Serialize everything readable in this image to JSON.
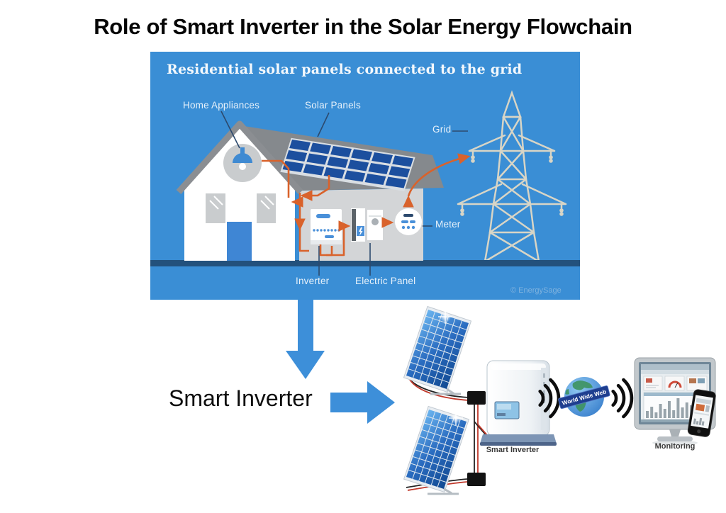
{
  "page": {
    "title": "Role of Smart Inverter in the Solar Energy Flowchain",
    "background": "#ffffff"
  },
  "diagram": {
    "heading": "Residential solar panels connected to the grid",
    "credit": "© EnergySage",
    "labels": {
      "home_appliances": "Home Appliances",
      "solar_panels": "Solar Panels",
      "grid": "Grid",
      "meter": "Meter",
      "inverter": "Inverter",
      "electric_panel": "Electric Panel"
    },
    "colors": {
      "background": "#3a8ed5",
      "ground": "#23517c",
      "wire": "#d9622b",
      "tower": "#d8d5c6",
      "label_text": "#e7f1fa",
      "leader_line": "#2c4a6e"
    }
  },
  "flow": {
    "label": "Smart Inverter",
    "arrow_color": "#3d8fd9"
  },
  "illustration": {
    "inverter_label": "Smart Inverter",
    "globe_label": "World Wide Web",
    "monitoring_label": "Monitoring"
  }
}
